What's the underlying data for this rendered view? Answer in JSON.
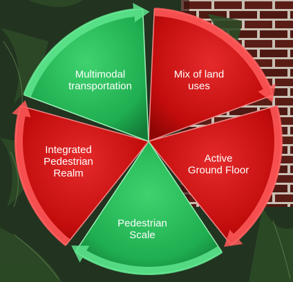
{
  "diagram": {
    "segments": [
      {
        "id": "mix",
        "lines": [
          "Mix of land",
          "uses"
        ],
        "color": "red"
      },
      {
        "id": "active",
        "lines": [
          "Active",
          "Ground Floor"
        ],
        "color": "red"
      },
      {
        "id": "pedscale",
        "lines": [
          "Pedestrian",
          "Scale"
        ],
        "color": "green"
      },
      {
        "id": "integrated",
        "lines": [
          "Integrated",
          "Pedestrian",
          "Realm"
        ],
        "color": "red"
      },
      {
        "id": "multimodal",
        "lines": [
          "Multimodal",
          "transportation"
        ],
        "color": "green"
      }
    ]
  },
  "colors": {
    "red": "#cf1111",
    "green": "#22b356",
    "brick": "#5a1d16",
    "mortar": "#c9bfb3",
    "foliage": "#2c4a26"
  }
}
